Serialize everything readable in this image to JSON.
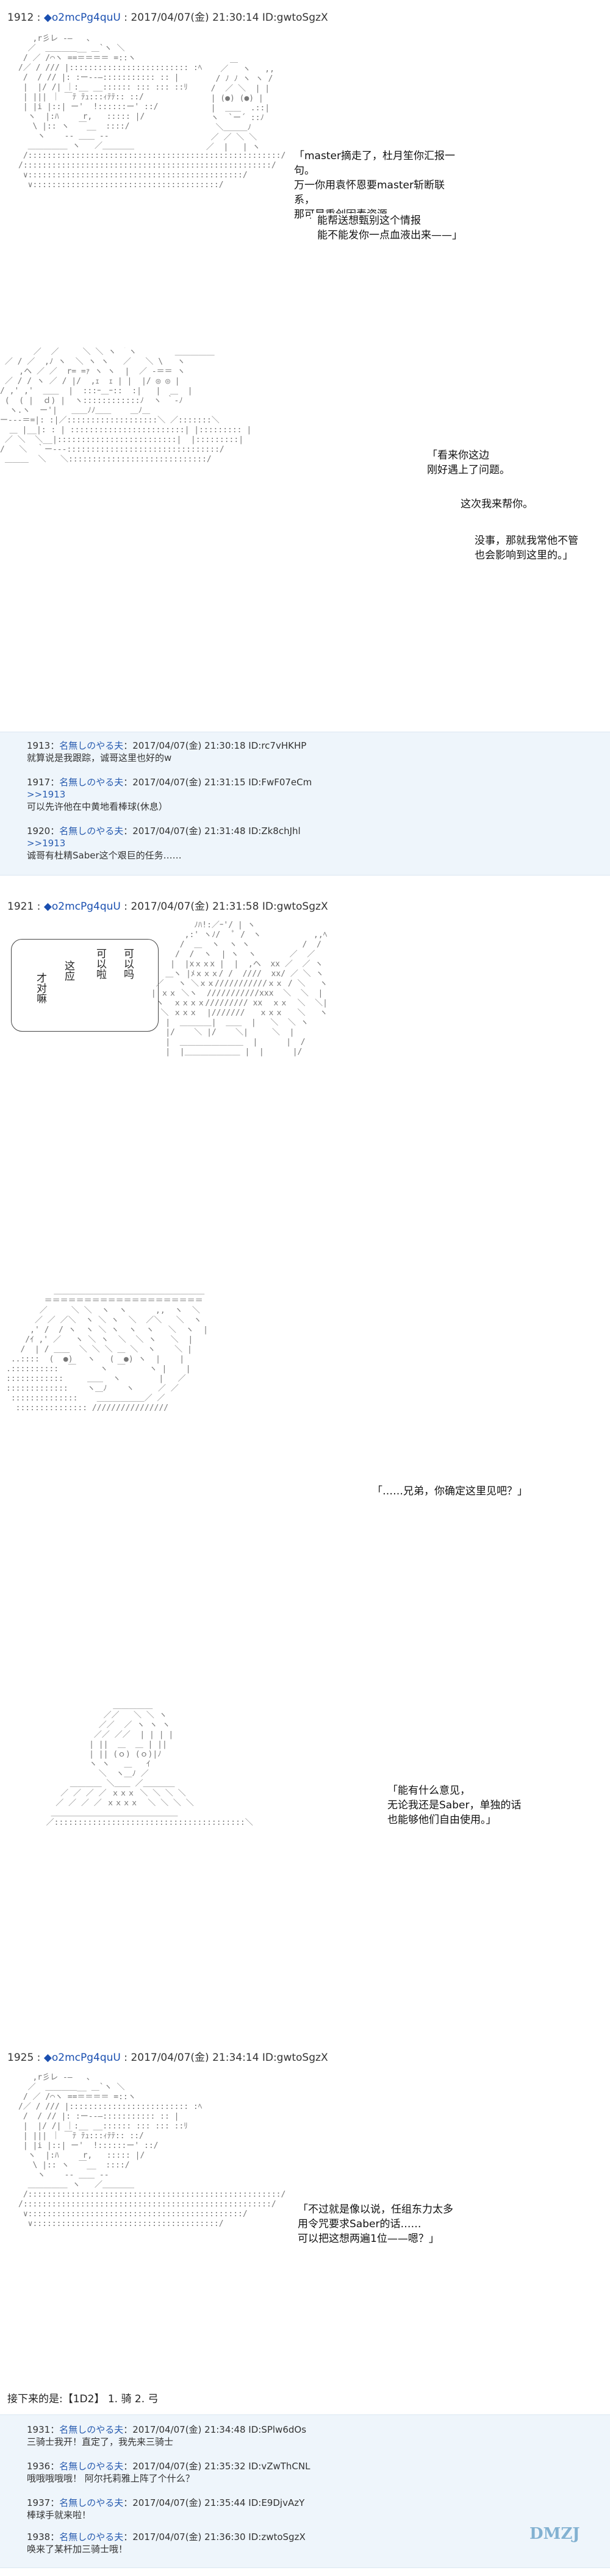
{
  "posts": [
    {
      "header_num": "1912",
      "header_name": "◆o2mcPg4quU",
      "header_meta": "2017/04/07(金) 21:30:14 ID:gwtoSgzX"
    },
    {
      "header_num": "1921",
      "header_name": "◆o2mcPg4quU",
      "header_meta": "2017/04/07(金) 21:31:58 ID:gwtoSgzX"
    },
    {
      "header_num": "1925",
      "header_name": "◆o2mcPg4quU",
      "header_meta": "2017/04/07(金) 21:34:14 ID:gwtoSgzX"
    }
  ],
  "dialogue": {
    "b1": [
      "「master摘走了，杜月笙你汇报一句。",
      "万一你用袁怀恩要master斩断联系，",
      "那可是重创因素资源。"
    ],
    "b2": [
      "能帮送想甄别这个情报",
      "能不能发你一点血液出来——」"
    ],
    "b3": [
      "「看来你这边",
      "刚好遇上了问题。"
    ],
    "b4": [
      "这次我来帮你。"
    ],
    "b5": [
      "没事，那就我常他不管",
      "也会影响到这里的。」"
    ],
    "v1": [
      "可",
      "以",
      "吗"
    ],
    "v2": [
      "可",
      "以",
      "啦"
    ],
    "v3": [
      "这",
      "应"
    ],
    "v4": [
      "才",
      "对",
      "嘛"
    ],
    "b6": [
      "「……兄弟，你确定这里见吧？」"
    ],
    "b7": [
      "「能有什么意见，",
      "无论我还是Saber，单独的话",
      "也能够他们自由使用。」"
    ],
    "b8": [
      "「不过就是像以说，任组东力太多",
      "用令咒要求Saber的话……",
      "可以把这想两遍1位——嗯？」"
    ]
  },
  "replies_1": [
    {
      "num": "1913",
      "name": "名無しのやる夫",
      "meta": "2017/04/07(金) 21:30:18 ID:rc7vHKHP",
      "text": "就算说是我跟踪，诚哥这里也好的w"
    },
    {
      "num": "1917",
      "name": "名無しのやる夫",
      "meta": "2017/04/07(金) 21:31:15 ID:FwF07eCm",
      "quote": ">>1913",
      "text": "可以先许他在中黄地看棒球(休息）"
    },
    {
      "num": "1920",
      "name": "名無しのやる夫",
      "meta": "2017/04/07(金) 21:31:48 ID:Zk8chJhl",
      "quote": ">>1913",
      "text": "诚哥有杜精Saber这个艰巨的任务……"
    }
  ],
  "final_line": "接下来的是:【1D2】 1. 骑 2. 弓",
  "replies_2": [
    {
      "num": "1931",
      "name": "名無しのやる夫",
      "meta": "2017/04/07(金) 21:34:48 ID:SPlw6dOs",
      "text": "三骑士我开！直定了，我先来三骑士"
    },
    {
      "num": "1936",
      "name": "名無しのやる夫",
      "meta": "2017/04/07(金) 21:35:32 ID:vZwThCNL",
      "text": "哦哦哦哦哦！ 阿尔托莉雅上阵了个什么？"
    },
    {
      "num": "1937",
      "name": "名無しのやる夫",
      "meta": "2017/04/07(金) 21:35:44 ID:E9DjvAzY",
      "text": "棒球手就来啦！"
    },
    {
      "num": "1938",
      "name": "名無しのやる夫",
      "meta": "2017/04/07(金) 21:36:30 ID:zwtoSgzX",
      "text": "唤来了某杆加三骑士哦！"
    }
  ],
  "watermark": "DMZJ"
}
